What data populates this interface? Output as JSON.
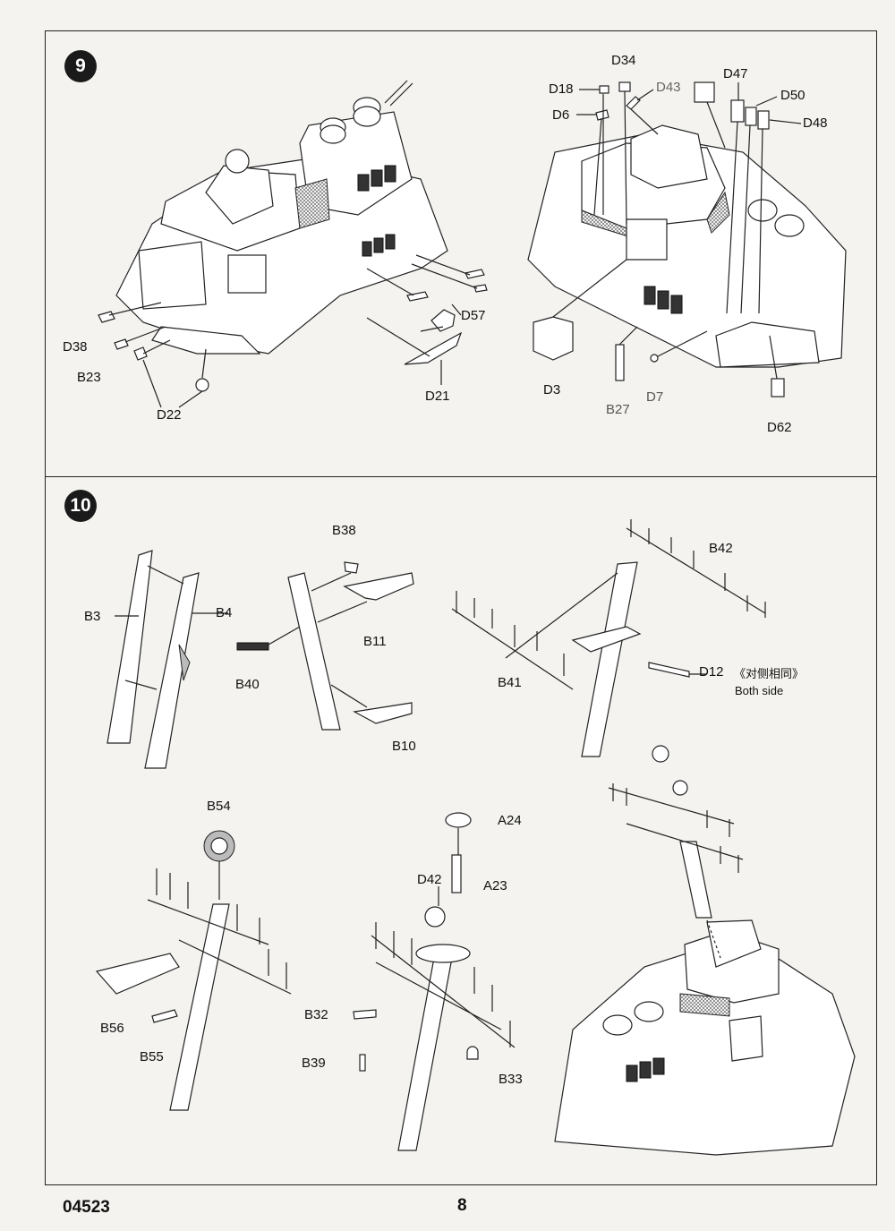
{
  "document": {
    "code": "04523",
    "page_number": "8"
  },
  "steps": [
    {
      "number": "9",
      "part_labels": [
        "D38",
        "B23",
        "D22",
        "D21",
        "D57",
        "D34",
        "D18",
        "D43",
        "D6",
        "D47",
        "D50",
        "D48",
        "D3",
        "B27",
        "D7",
        "D62"
      ]
    },
    {
      "number": "10",
      "part_labels": [
        "B3",
        "B4",
        "B38",
        "B40",
        "B11",
        "B10",
        "B42",
        "B41",
        "D12",
        "B54",
        "A24",
        "D42",
        "A23",
        "B32",
        "B39",
        "B33",
        "B56",
        "B55"
      ],
      "note_cn": "《对侧相同》",
      "note_en": "Both side"
    }
  ]
}
